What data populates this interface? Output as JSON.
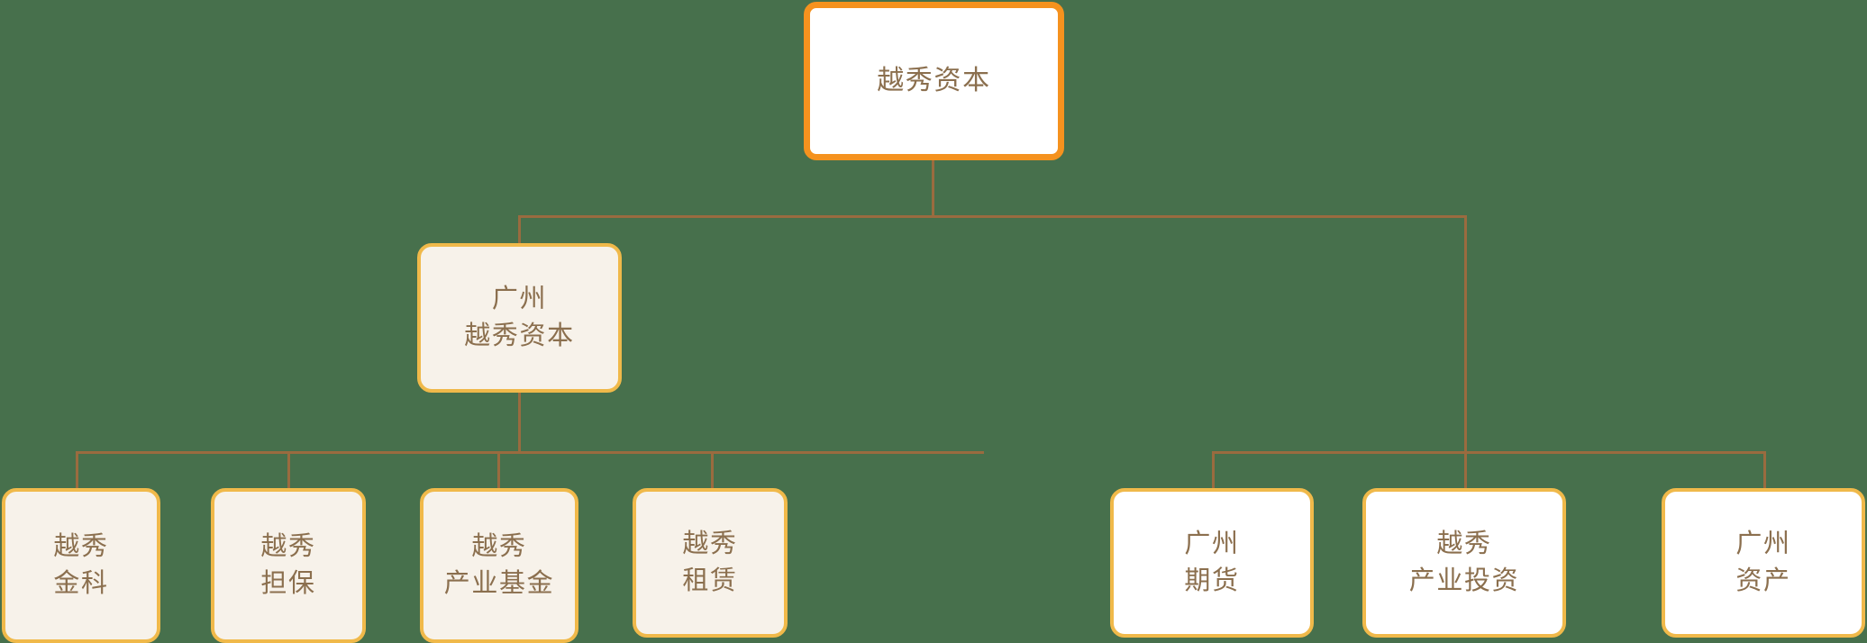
{
  "diagram": {
    "kind": "organization-chart",
    "orientation": "top-down",
    "background_color": "#47704C",
    "connector_color": "#9A6B3F",
    "text_color": "#8B6F4E",
    "accent_color_root": "#F5921E",
    "accent_color_node": "#F0B94A",
    "fill_cream": "#F7F2EA",
    "fill_white": "#FFFFFF"
  },
  "root": {
    "label": "越秀资本",
    "lines": [
      "越秀资本"
    ],
    "style": "root"
  },
  "level2": {
    "label": "广州越秀资本",
    "lines": [
      "广州",
      "越秀资本"
    ],
    "style": "cream"
  },
  "left_children": [
    {
      "label": "越秀金科",
      "lines": [
        "越秀",
        "金科"
      ],
      "style": "cream"
    },
    {
      "label": "越秀担保",
      "lines": [
        "越秀",
        "担保"
      ],
      "style": "cream"
    },
    {
      "label": "越秀产业基金",
      "lines": [
        "越秀",
        "产业基金"
      ],
      "style": "cream"
    },
    {
      "label": "越秀租赁",
      "lines": [
        "越秀",
        "租赁"
      ],
      "style": "cream"
    }
  ],
  "right_children": [
    {
      "label": "广州期货",
      "lines": [
        "广州",
        "期货"
      ],
      "style": "white"
    },
    {
      "label": "越秀产业投资",
      "lines": [
        "越秀",
        "产业投资"
      ],
      "style": "white"
    },
    {
      "label": "广州资产",
      "lines": [
        "广州",
        "资产"
      ],
      "style": "white"
    }
  ]
}
